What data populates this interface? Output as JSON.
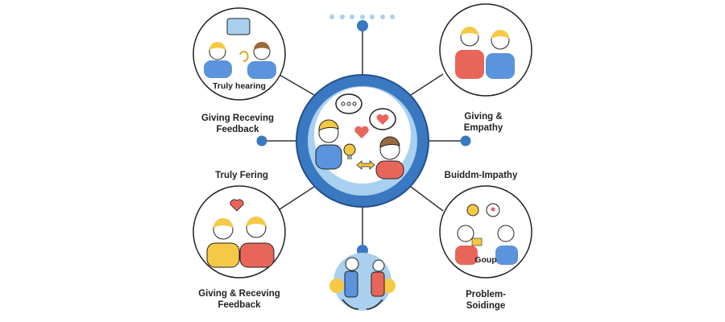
{
  "center": {
    "title": "Communication hub"
  },
  "labels": {
    "top_left_inner": "Truly hearing",
    "left_upper_line1": "Giving Receving",
    "left_upper_line2": "Feedback",
    "right_upper_line1": "Giving &",
    "right_upper_line2": "Empathy",
    "left_middle": "Truly Fering",
    "right_middle": "Buiddm-Impathy",
    "bottom_right_inner": "Goup",
    "left_lower_line1": "Giving & Receving",
    "left_lower_line2": "Feedback",
    "right_lower_line1": "Problem-",
    "right_lower_line2": "Soidinge"
  },
  "colors": {
    "primary": "#3b78c2",
    "light": "#a9d0ee",
    "red": "#e8655a",
    "yellow": "#f5c945",
    "blue_shirt": "#5b93dc"
  }
}
